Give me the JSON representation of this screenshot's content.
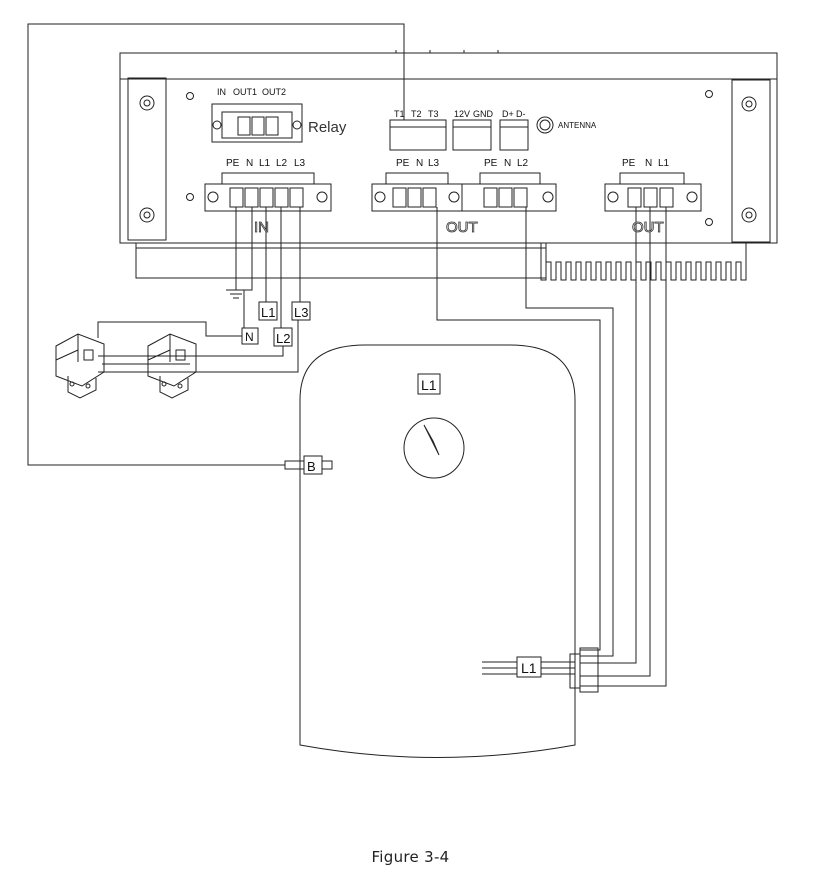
{
  "figure_caption": "Figure 3-4",
  "relay": {
    "terminals": [
      "IN",
      "OUT1",
      "OUT2"
    ],
    "name": "Relay"
  },
  "sensor_block": {
    "temp_terminals": [
      "T1",
      "T2",
      "T3"
    ],
    "power_terminals": [
      "12V",
      "GND"
    ],
    "data_terminals": [
      "D+",
      "D-"
    ],
    "antenna_label": "ANTENNA"
  },
  "input_block": {
    "terminals": [
      "PE",
      "N",
      "L1",
      "L2",
      "L3"
    ],
    "label": "IN"
  },
  "output_blocks": {
    "out_a_terminals": [
      "PE",
      "N",
      "L3"
    ],
    "out_b_terminals": [
      "PE",
      "N",
      "L2"
    ],
    "out_c_terminals": [
      "PE",
      "N",
      "L1"
    ],
    "label_ab": "OUT",
    "label_c": "OUT"
  },
  "wire_tags": {
    "l1": "L1",
    "l3": "L3",
    "n": "N",
    "l2": "L2"
  },
  "tank": {
    "top_tag": "L1",
    "sensor_tag": "B",
    "heater_tag": "L1"
  }
}
